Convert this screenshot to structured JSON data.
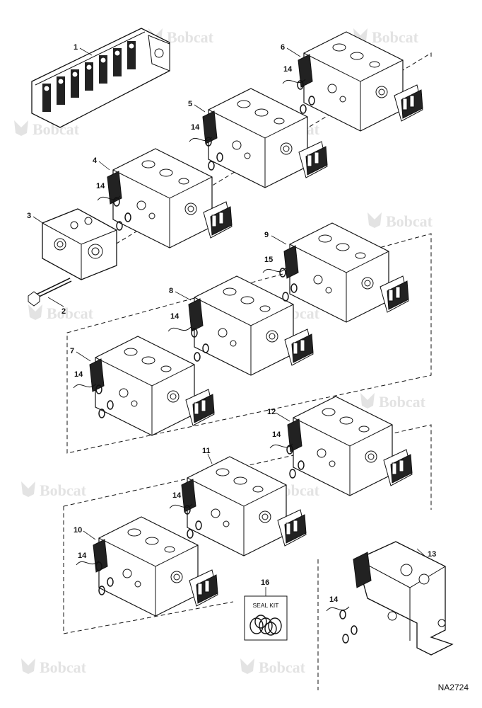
{
  "figure_id": "NA2724",
  "watermark": {
    "brand": "Bobcat",
    "registered_mark": "."
  },
  "seal_kit": {
    "callout": "16",
    "label": "SEAL KIT"
  },
  "callouts": {
    "c1": "1",
    "c2": "2",
    "c3": "3",
    "c4": "4",
    "c5": "5",
    "c6": "6",
    "c7": "7",
    "c8": "8",
    "c9": "9",
    "c10": "10",
    "c11": "11",
    "c12": "12",
    "c13": "13",
    "c14": "14",
    "c15": "15"
  }
}
